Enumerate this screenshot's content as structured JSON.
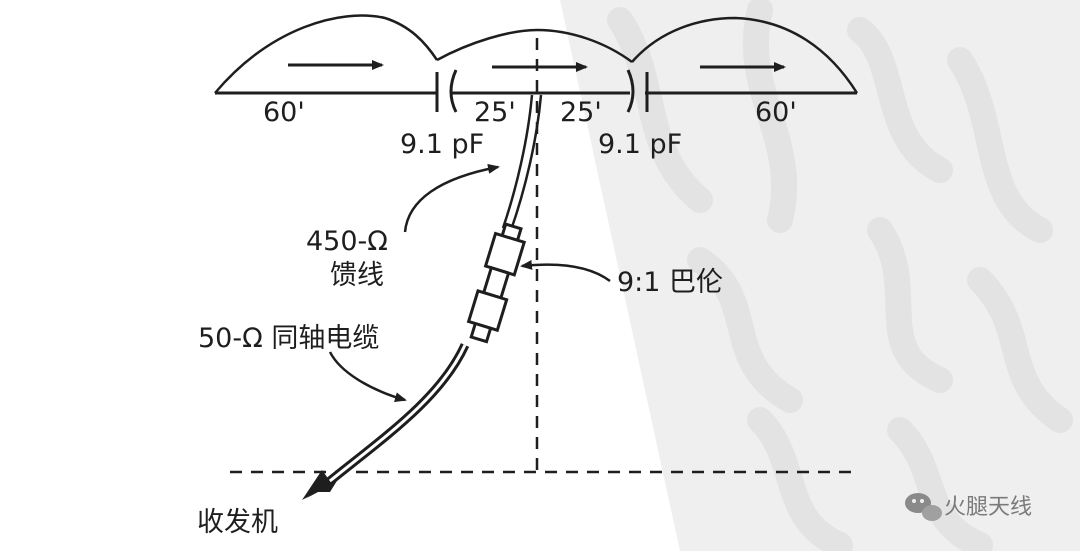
{
  "labels": {
    "left_outer_length": "60'",
    "left_inner_length": "25'",
    "right_inner_length": "25'",
    "right_outer_length": "60'",
    "left_capacitor": "9.1 pF",
    "right_capacitor": "9.1 pF",
    "feedline_impedance": "450-Ω",
    "feedline_name": "馈线",
    "balun": "9:1 巴伦",
    "coax": "50-Ω 同轴电缆",
    "transceiver": "收发机"
  },
  "watermark": {
    "logo_text": "火腿天线"
  },
  "colors": {
    "ink": "#1e1e1e",
    "background": "#ffffff",
    "watermark_band": "#efefef",
    "watermark_brush": "#e3e3e3"
  }
}
